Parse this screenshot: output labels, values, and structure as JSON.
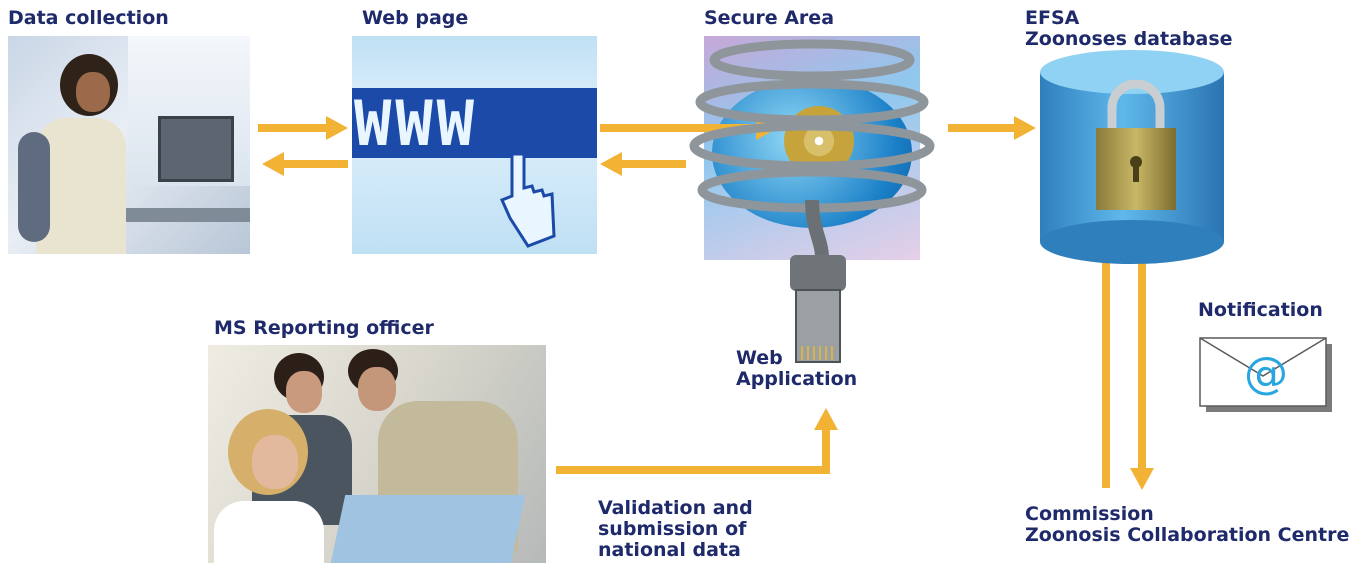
{
  "labels": {
    "data_collection": "Data collection",
    "web_page": "Web page",
    "secure_area": "Secure Area",
    "efsa_db": "EFSA\nZoonoses database",
    "ms_officer": "MS Reporting officer",
    "web_application": "Web\nApplication",
    "notification": "Notification",
    "validation": "Validation and\nsubmission of\nnational data",
    "commission": "Commission\nZoonosis Collaboration Centre"
  },
  "icons": {
    "email": "@",
    "www": "WWW"
  },
  "colors": {
    "label_text": "#1f2a6b",
    "arrow": "#f2b233",
    "database": "#3f9ed8",
    "web_page_band": "#1b4aa8",
    "email_glyph": "#27a6df"
  }
}
